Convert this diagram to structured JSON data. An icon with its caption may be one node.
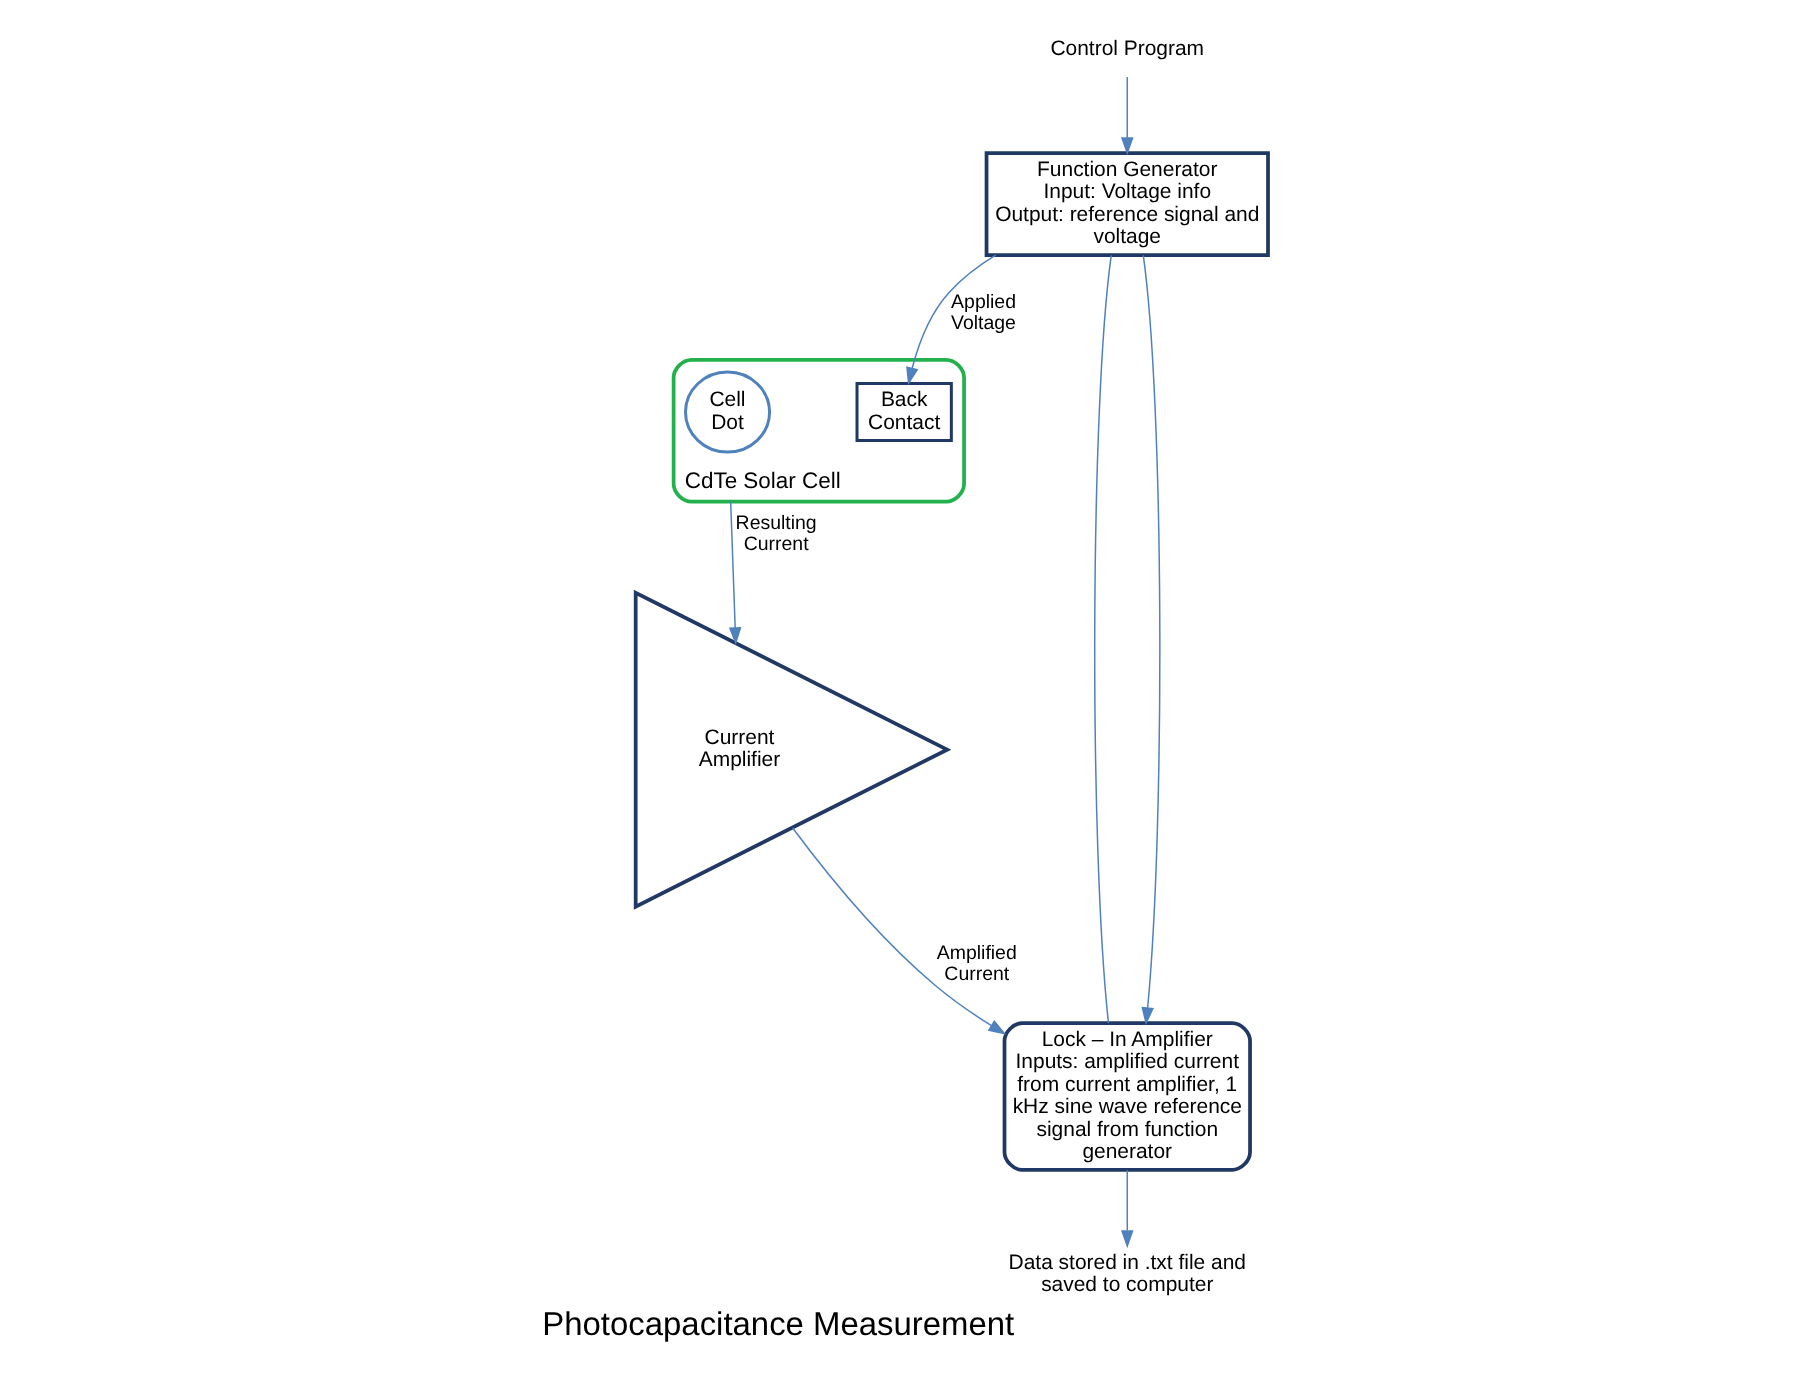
{
  "diagram": {
    "title": "Photocapacitance Measurement",
    "nodes": [
      {
        "text": [
          "CdTe Solar Cell"
        ]
      },
      {
        "text": [
          "Back Contact"
        ],
        "in": 0
      },
      {
        "text": [
          "Cell Dot"
        ],
        "in": 0
      },
      {
        "text": [
          "Function Generator",
          "Input: Voltage info",
          "Output: reference signal and voltage"
        ]
      },
      {
        "text": [
          "Control Program"
        ]
      },
      {
        "text": [
          "Current Amplifier"
        ]
      },
      {
        "text": [
          "Lock – In Amplifier",
          "Inputs: amplified current from current amplifier, 1 kHz sine wave reference signal from function generator"
        ]
      },
      {
        "text": [
          "Data stored in .txt file and saved to computer"
        ]
      }
    ],
    "edges": [
      {
        "from": 3,
        "to": 1,
        "arrow": "to",
        "label": "Applied Voltage"
      },
      {
        "from": 4,
        "to": 3,
        "arrow": "to"
      },
      {
        "from": 0,
        "to": 5,
        "arrow": "to",
        "label": "Resulting Current"
      },
      {
        "from": 3,
        "to": 6,
        "arrow": "none"
      },
      {
        "from": 3,
        "to": 6,
        "arrow": "to"
      },
      {
        "from": 5,
        "to": 6,
        "arrow": "to",
        "label": "Amplified Current"
      },
      {
        "from": 6,
        "to": 7,
        "arrow": "to"
      }
    ]
  }
}
